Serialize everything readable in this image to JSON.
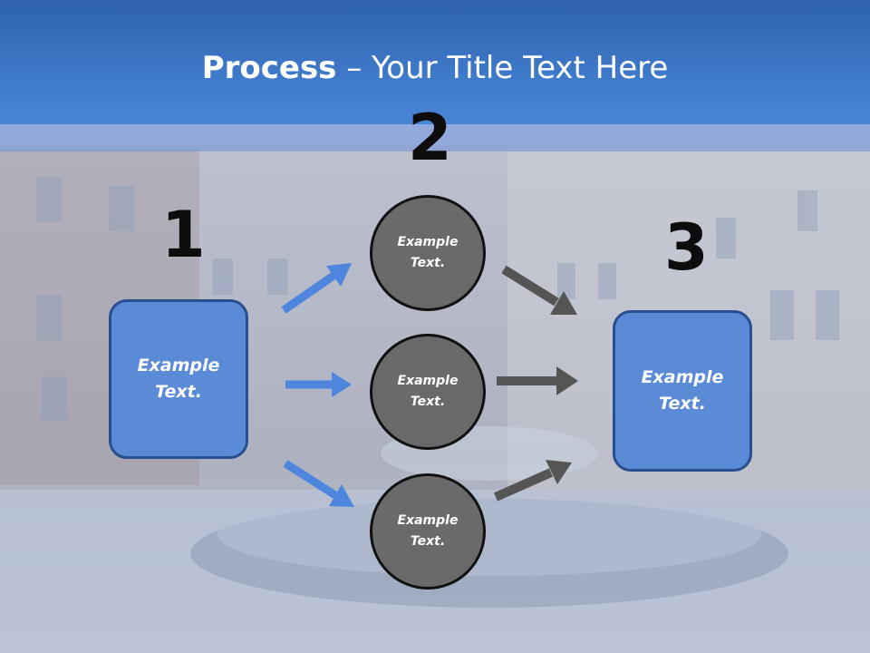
{
  "title": {
    "bold": "Process",
    "rest": " – Your Title Text Here"
  },
  "steps": {
    "one": "1",
    "two": "2",
    "three": "3"
  },
  "left_box": {
    "line1": "Example",
    "line2": "Text."
  },
  "right_box": {
    "line1": "Example",
    "line2": "Text."
  },
  "circles": [
    {
      "line1": "Example",
      "line2": "Text."
    },
    {
      "line1": "Example",
      "line2": "Text."
    },
    {
      "line1": "Example",
      "line2": "Text."
    }
  ],
  "colors": {
    "header": "#3f79c9",
    "box_fill": "#5b8ad6",
    "circle_fill": "#6a6a6a",
    "blue_arrow": "#4f86dd",
    "gray_arrow": "#555555"
  }
}
